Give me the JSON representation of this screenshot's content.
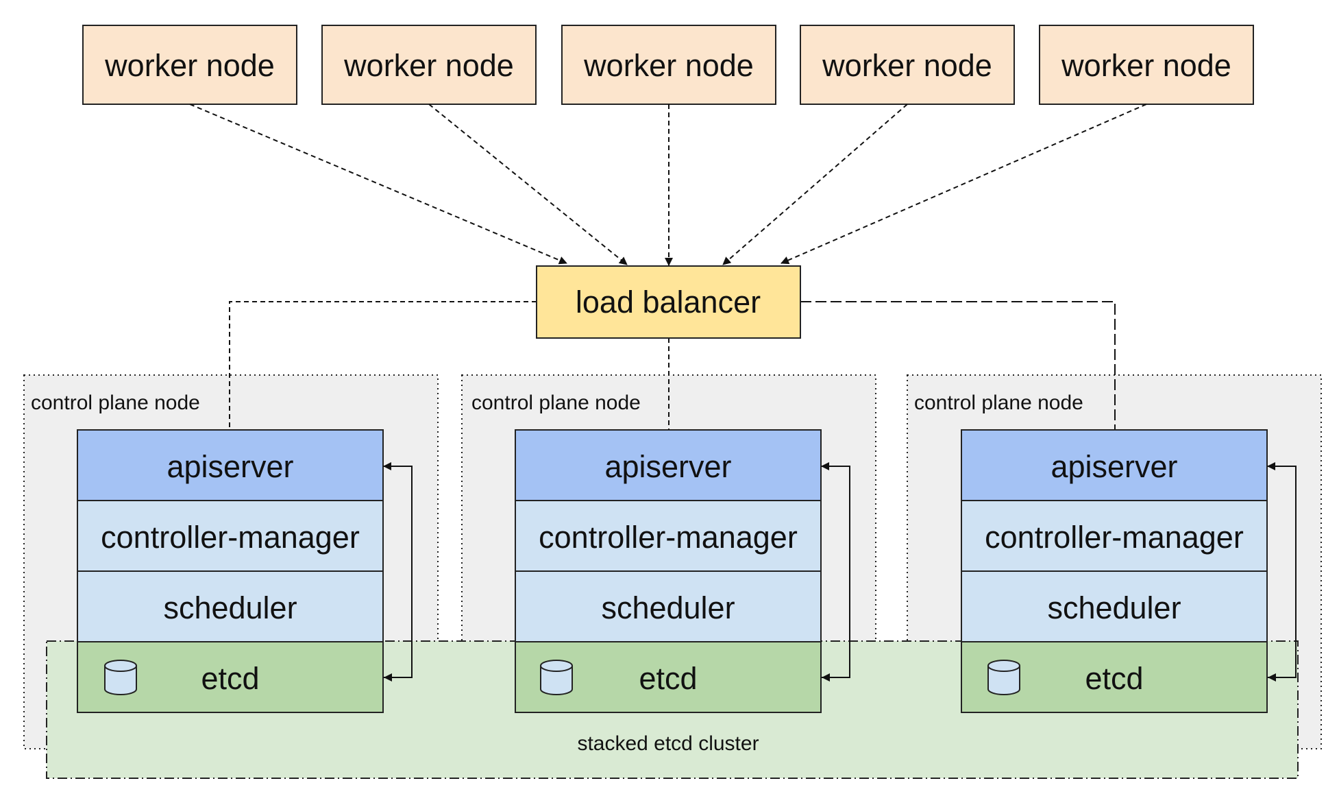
{
  "worker_nodes": [
    {
      "label": "worker node"
    },
    {
      "label": "worker node"
    },
    {
      "label": "worker node"
    },
    {
      "label": "worker node"
    },
    {
      "label": "worker node"
    }
  ],
  "load_balancer": {
    "label": "load balancer"
  },
  "control_plane_nodes": [
    {
      "title": "control plane node",
      "apiserver": "apiserver",
      "controller_manager": "controller-manager",
      "scheduler": "scheduler",
      "etcd": "etcd"
    },
    {
      "title": "control plane node",
      "apiserver": "apiserver",
      "controller_manager": "controller-manager",
      "scheduler": "scheduler",
      "etcd": "etcd"
    },
    {
      "title": "control plane node",
      "apiserver": "apiserver",
      "controller_manager": "controller-manager",
      "scheduler": "scheduler",
      "etcd": "etcd"
    }
  ],
  "etcd_cluster": {
    "label": "stacked etcd cluster"
  },
  "colors": {
    "worker_fill": "#fce5cd",
    "load_balancer_fill": "#ffe599",
    "control_plane_fill": "#efefef",
    "apiserver_fill": "#a4c2f4",
    "component_fill": "#cfe2f3",
    "etcd_fill": "#b6d7a8",
    "etcd_cluster_fill": "#d9ead3",
    "etcd_icon_fill": "#cfe2f3"
  }
}
